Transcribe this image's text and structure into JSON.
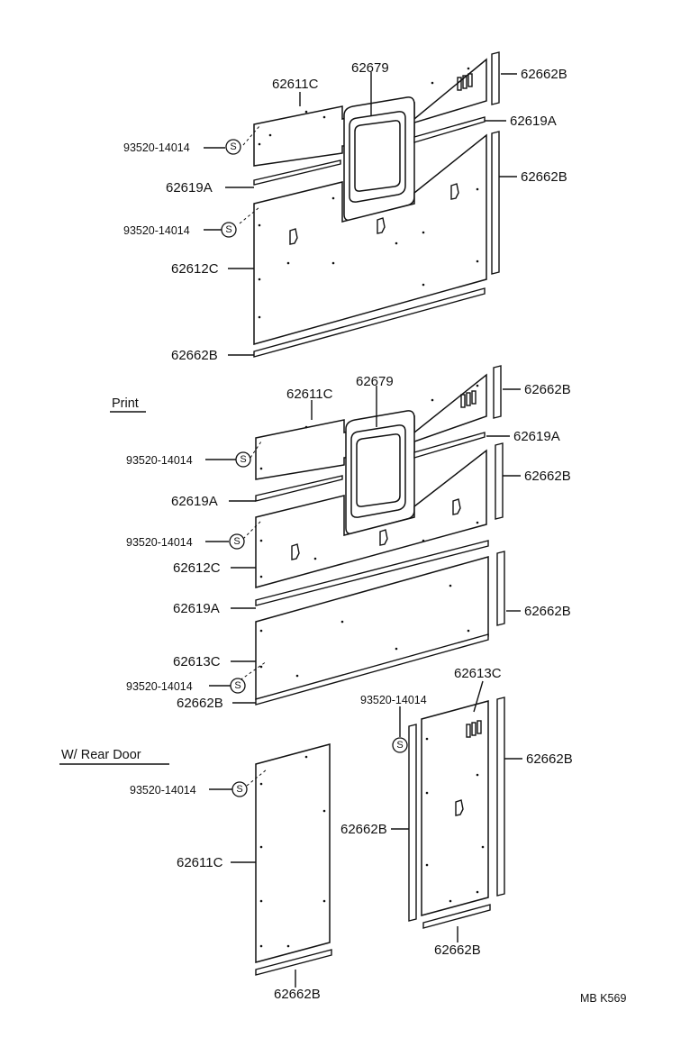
{
  "parts": {
    "p62611C": "62611C",
    "p62612C": "62612C",
    "p62613C": "62613C",
    "p62679": "62679",
    "p62662B": "62662B",
    "p62619A": "62619A",
    "p93520": "93520-14014",
    "screw_symbol": "S"
  },
  "section_labels": {
    "print": "Print",
    "rear_door": "W/ Rear Door"
  },
  "footer_code": "MB  K569",
  "icons": {
    "screw": "circled-s-icon"
  }
}
